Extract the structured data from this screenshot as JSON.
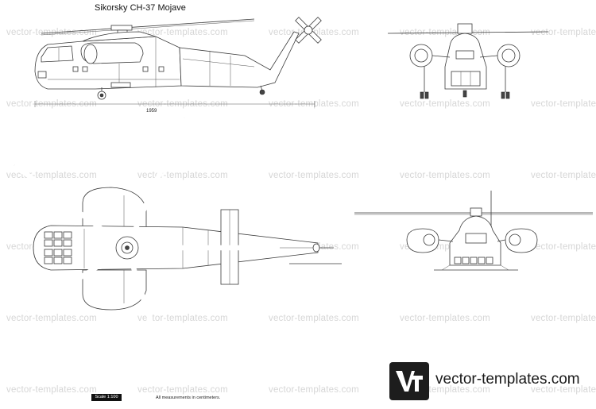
{
  "sheet": {
    "title": "Sikorsky CH-37 Mojave",
    "dimension": "1959",
    "scale": "Scale 1:100",
    "note": "All measurements in centimeters."
  },
  "brand": {
    "name": "vector-templates.com",
    "watermark": "vector-templates.com"
  }
}
